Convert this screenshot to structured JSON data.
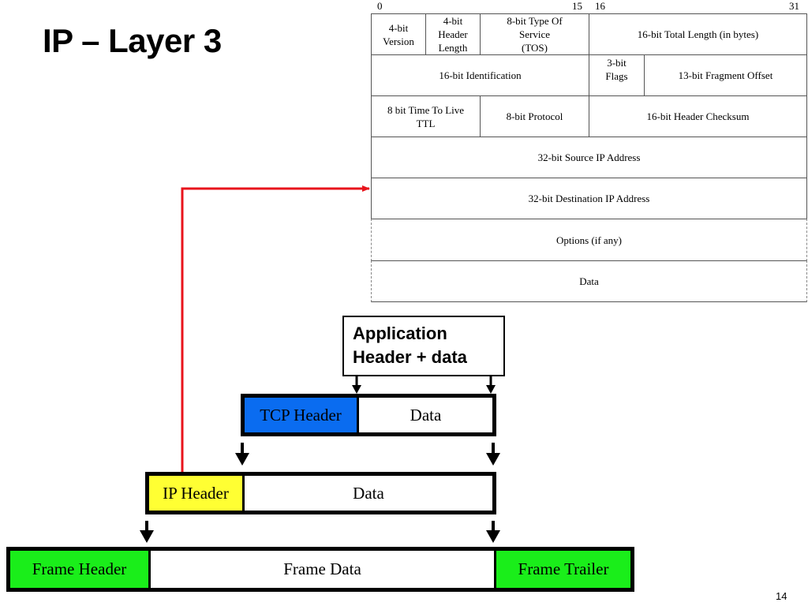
{
  "slide": {
    "title": "IP – Layer 3",
    "page_number": "14"
  },
  "header_diagram": {
    "bit_labels": [
      "0",
      "15",
      "16",
      "31"
    ],
    "rows": [
      [
        "4-bit\nVersion",
        "4-bit\nHeader\nLength",
        "8-bit Type Of\nService\n(TOS)",
        "16-bit Total Length (in bytes)"
      ],
      [
        "16-bit Identification",
        "3-bit\nFlags",
        "13-bit Fragment Offset"
      ],
      [
        "8 bit Time To Live\nTTL",
        "8-bit Protocol",
        "16-bit Header Checksum"
      ],
      [
        "32-bit Source IP Address"
      ],
      [
        "32-bit Destination IP Address"
      ],
      [
        "Options (if any)"
      ],
      [
        "Data"
      ]
    ]
  },
  "encapsulation": {
    "application_box": "Application\nHeader + data",
    "tcp": {
      "header": "TCP Header",
      "data": "Data"
    },
    "ip": {
      "header": "IP Header",
      "data": "Data"
    },
    "frame": {
      "header": "Frame Header",
      "data": "Frame Data",
      "trailer": "Frame Trailer"
    },
    "colors": {
      "tcp_header": "#0a6cf0",
      "ip_header": "#ffff33",
      "frame_parts": "#1aee1a",
      "pointer_line": "#e8141c"
    }
  }
}
